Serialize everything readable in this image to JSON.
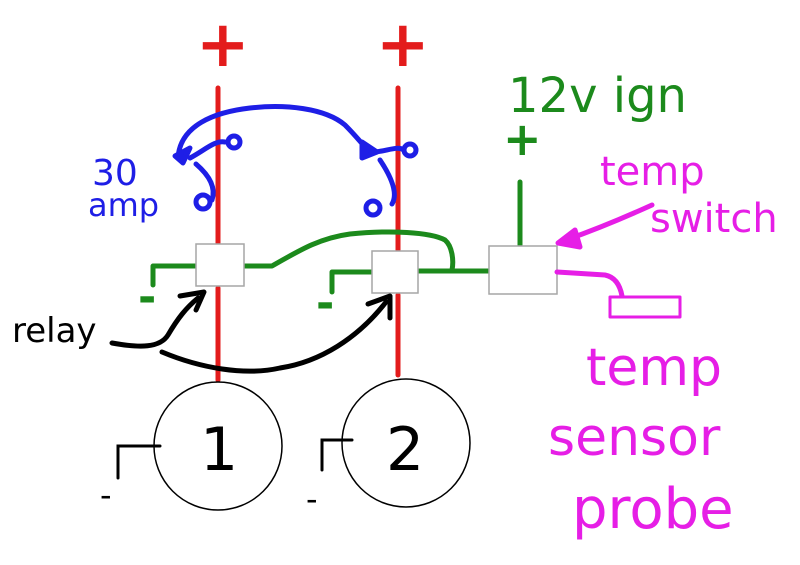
{
  "colors": {
    "power": "#e31c1c",
    "control": "#1c8a1c",
    "fuse": "#1e1ee6",
    "sensor": "#e61ee6",
    "ink": "#000000",
    "box_fill": "#ffffff",
    "box_stroke": "#a6a6a6"
  },
  "labels": {
    "plus_left": "+",
    "plus_right": "+",
    "ignition": "12v ign",
    "ignition_plus": "+",
    "fuse_value": "30",
    "fuse_unit": "amp",
    "temp_switch_line1": "temp",
    "temp_switch_line2": "switch",
    "relay": "relay",
    "minus_relay_left": "-",
    "minus_relay_right": "-",
    "fan_1": "1",
    "fan_2": "2",
    "minus_fan_1": "-",
    "minus_fan_2": "-",
    "sensor_line1": "temp",
    "sensor_line2": "sensor",
    "sensor_line3": "probe"
  }
}
